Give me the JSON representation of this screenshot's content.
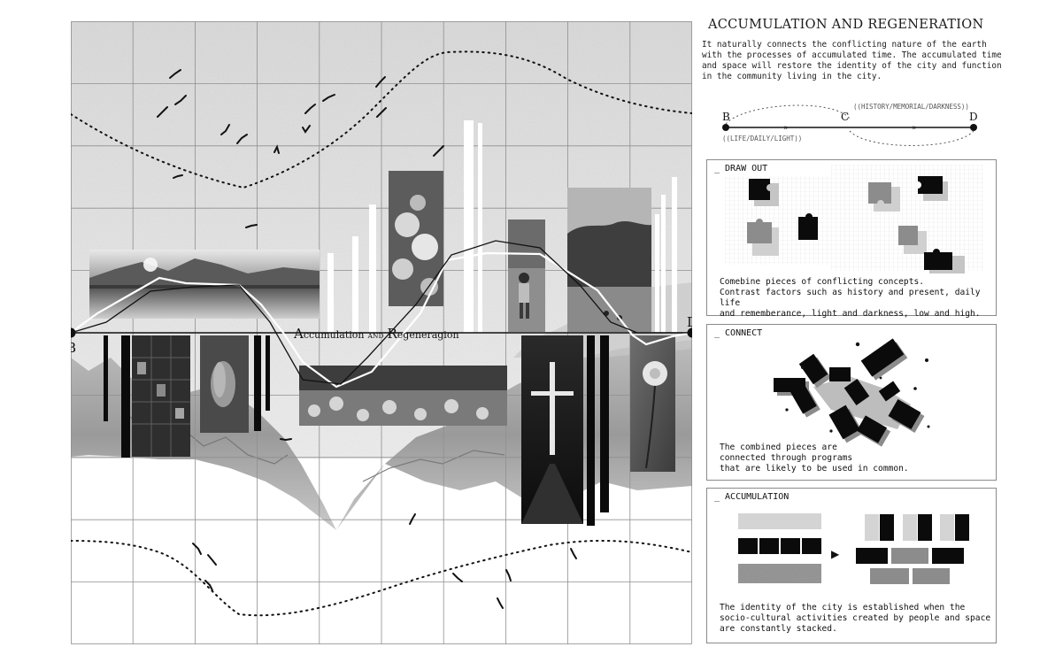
{
  "collage": {
    "point_b_label": "B",
    "point_d_label": "D",
    "center_title": {
      "word1_big": "A",
      "word1_rest": "ccumulation",
      "joiner": "AND",
      "word2_big": "R",
      "word2_rest": "egeneragion"
    }
  },
  "panel": {
    "title": "ACCUMULATION AND REGENERATION",
    "intro": "It naturally connects the conflicting nature of the earth with the processes of accumulated time. The accumulated time and space will restore the identity of the city and function in the community living in the city.",
    "timeline": {
      "b": "B",
      "c": "C",
      "d": "D",
      "upper_label": "((HISTORY/MEMORIAL/DARKNESS))",
      "lower_label": "((LIFE/DAILY/LIGHT))",
      "arrow_glyph": "»"
    },
    "draw_out": {
      "heading": "_ DRAW OUT",
      "text_lines": [
        "Comebine pieces of conflicting concepts.",
        "Contrast factors such as history and present, daily life",
        "and rememberance, light and darkness, low and high."
      ]
    },
    "connect": {
      "heading": "_ CONNECT",
      "text_lines": [
        "The combined pieces are",
        "connected through programs",
        "that are likely to be used in common."
      ]
    },
    "accumulation": {
      "heading": "_ ACCUMULATION",
      "arrow_glyph": "▶",
      "text_lines": [
        "The identity of the city is established when the",
        "socio-cultural activities created by people and space",
        "are constantly stacked."
      ]
    }
  },
  "colors": {
    "sky": "#e2e2e2",
    "grid": "#8f8f8f",
    "dark": "#0b0b0b",
    "mid_gray": "#8c8c8c",
    "light_gray": "#d4d4d4"
  },
  "icons": [
    "bird-icon",
    "puzzle-piece-icon",
    "arrow-right-icon"
  ]
}
